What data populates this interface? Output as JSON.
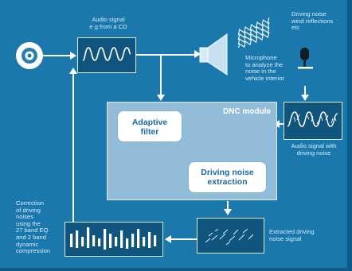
{
  "diagram": {
    "module_title": "DNC module",
    "nodes": {
      "adaptive_filter": [
        "Adaptive",
        "filter"
      ],
      "noise_extraction": [
        "Driving noise",
        "extraction"
      ]
    },
    "labels": {
      "audio_signal": [
        "Audio signal",
        "e g  from a CD"
      ],
      "driving_noise": [
        "Driving noise",
        "wind  reflections",
        "etc"
      ],
      "microphone": [
        "Microphone",
        "to analyze the",
        "noise in the",
        "vehicle interior"
      ],
      "audio_with_noise": [
        "Audio signal with",
        "driving noise"
      ],
      "extracted": [
        "Extracted driving",
        "noise signal"
      ],
      "correction": [
        "Correction",
        "of driving",
        "noises",
        "using the",
        "27 band EQ",
        "and 2 band",
        "dynamic",
        "compression"
      ]
    },
    "icons": [
      "cd-disc-icon",
      "speaker-icon",
      "microphone-icon",
      "noise-waves-icon"
    ],
    "colors": {
      "background": "#1b78ad",
      "module_panel": "#92bcd8",
      "node_fill": "#ffffff",
      "node_text": "#1b69a3",
      "scope_fill": "#10557e",
      "connector": "#ffffff",
      "label_text": "#d6ecf8"
    }
  }
}
